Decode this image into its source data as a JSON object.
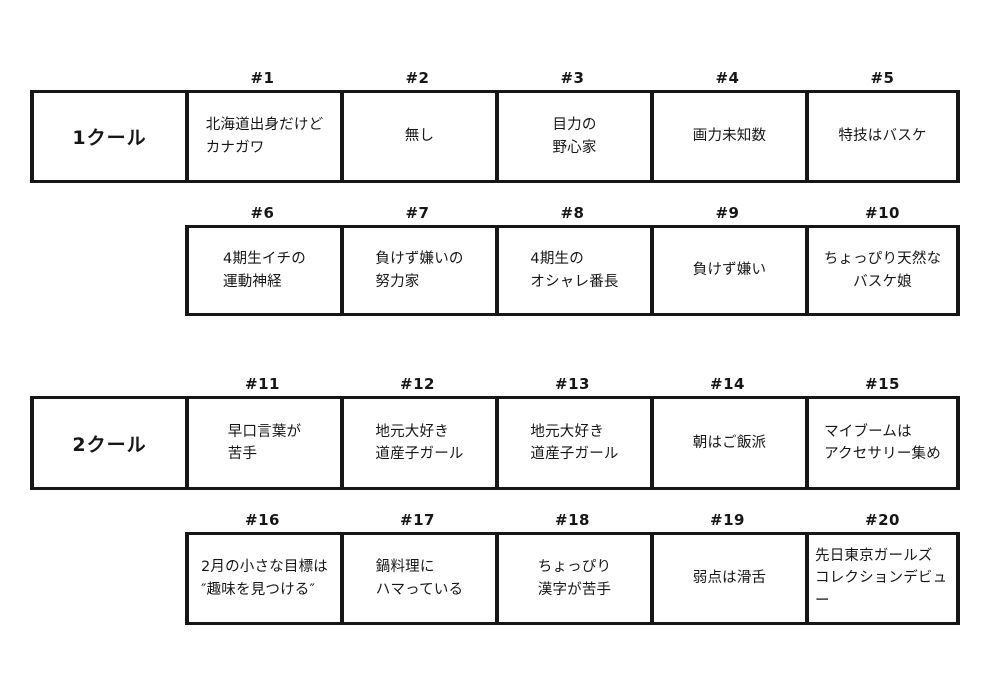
{
  "page": {
    "background": "#ffffff",
    "ink": "#161616"
  },
  "blocks": [
    {
      "id": "cool-1-upper",
      "label": "1クール",
      "has_label_cell": true,
      "headers": [
        "#1",
        "#2",
        "#3",
        "#4",
        "#5"
      ],
      "cells": [
        {
          "text": "北海道出身だけど\nカナガワ",
          "align": "left"
        },
        {
          "text": "無し",
          "align": "center"
        },
        {
          "text": "目力の\n野心家",
          "align": "left"
        },
        {
          "text": "画力未知数",
          "align": "center"
        },
        {
          "text": "特技はバスケ",
          "align": "center"
        }
      ]
    },
    {
      "id": "cool-1-lower",
      "label": "",
      "has_label_cell": false,
      "headers": [
        "#6",
        "#7",
        "#8",
        "#9",
        "#10"
      ],
      "cells": [
        {
          "text": "4期生イチの\n運動神経",
          "align": "left"
        },
        {
          "text": "負けず嫌いの\n努力家",
          "align": "left"
        },
        {
          "text": "4期生の\nオシャレ番長",
          "align": "left"
        },
        {
          "text": "負けず嫌い",
          "align": "center"
        },
        {
          "text": "ちょっぴり天然な\nバスケ娘",
          "align": "center"
        }
      ]
    },
    {
      "id": "cool-2-upper",
      "label": "2クール",
      "has_label_cell": true,
      "headers": [
        "#11",
        "#12",
        "#13",
        "#14",
        "#15"
      ],
      "cells": [
        {
          "text": "早口言葉が\n苦手",
          "align": "left"
        },
        {
          "text": "地元大好き\n道産子ガール",
          "align": "left"
        },
        {
          "text": "地元大好き\n道産子ガール",
          "align": "left"
        },
        {
          "text": "朝はご飯派",
          "align": "center"
        },
        {
          "text": "マイブームは\nアクセサリー集め",
          "align": "left"
        }
      ]
    },
    {
      "id": "cool-2-lower",
      "label": "",
      "has_label_cell": false,
      "headers": [
        "#16",
        "#17",
        "#18",
        "#19",
        "#20"
      ],
      "cells": [
        {
          "text": "2月の小さな目標は\n″趣味を見つける″",
          "align": "left"
        },
        {
          "text": "鍋料理に\nハマっている",
          "align": "left"
        },
        {
          "text": "ちょっぴり\n漢字が苦手",
          "align": "center"
        },
        {
          "text": "弱点は滑舌",
          "align": "center"
        },
        {
          "text": "先日東京ガールズ\nコレクションデビュー",
          "align": "left"
        }
      ]
    }
  ]
}
